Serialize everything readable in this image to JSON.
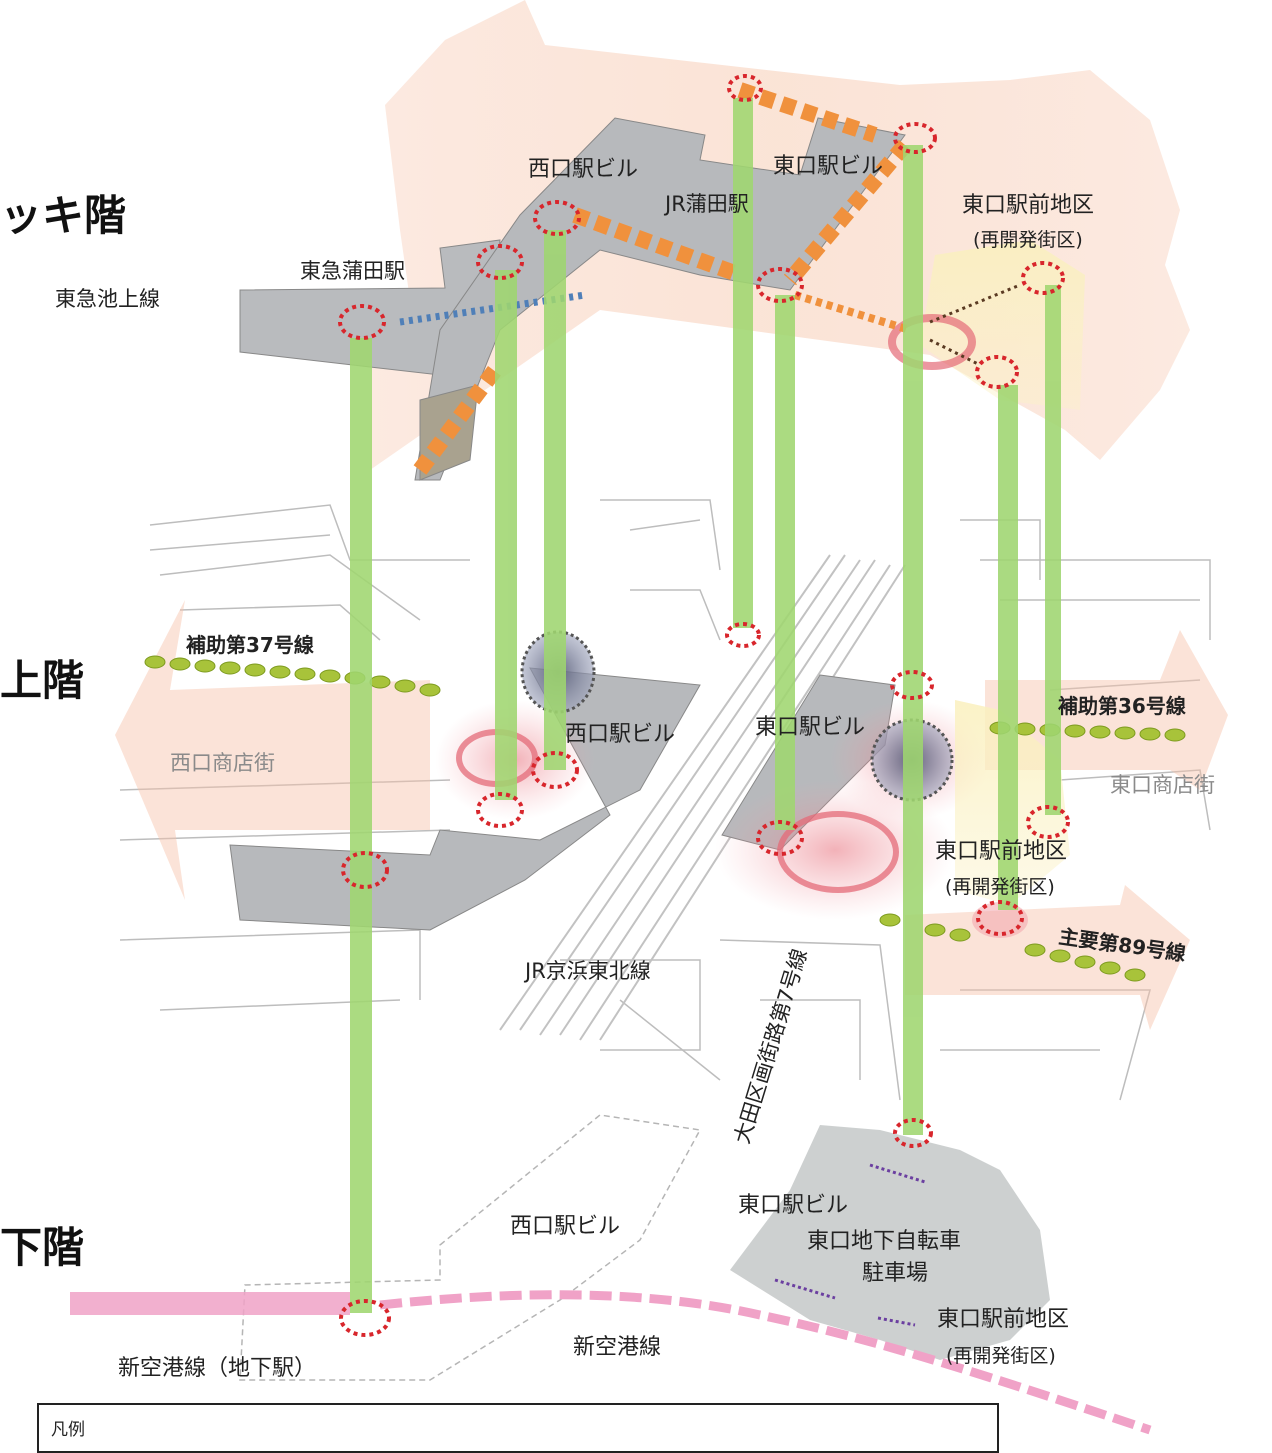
{
  "levels": {
    "deck": "ッキ階",
    "ground": "上階",
    "underground": "下階"
  },
  "deck_labels": {
    "west_bldg": "西口駅ビル",
    "east_bldg": "東口駅ビル",
    "jr_station": "JR蒲田駅",
    "tokyu_station": "東急蒲田駅",
    "ikegami_line": "東急池上線",
    "east_district_1": "東口駅前地区",
    "east_district_2": "(再開発街区)"
  },
  "ground_labels": {
    "aux37": "補助第37号線",
    "west_shopping": "西口商店街",
    "west_bldg": "西口駅ビル",
    "east_bldg": "東口駅ビル",
    "aux36": "補助第36号線",
    "east_shopping": "東口商店街",
    "east_district_1": "東口駅前地区",
    "east_district_2": "(再開発街区)",
    "main89": "主要第89号線",
    "jr_keihin": "JR京浜東北線",
    "ota_road": "大田区画街路第7号線"
  },
  "underground_labels": {
    "east_bldg": "東口駅ビル",
    "bike_parking_1": "東口地下自転車",
    "bike_parking_2": "駐車場",
    "west_bldg": "西口駅ビル",
    "east_district_1": "東口駅前地区",
    "east_district_2": "(再開発街区)",
    "airport_line": "新空港線",
    "airport_station": "新空港線（地下駅）"
  },
  "legend": {
    "title": "凡例"
  }
}
